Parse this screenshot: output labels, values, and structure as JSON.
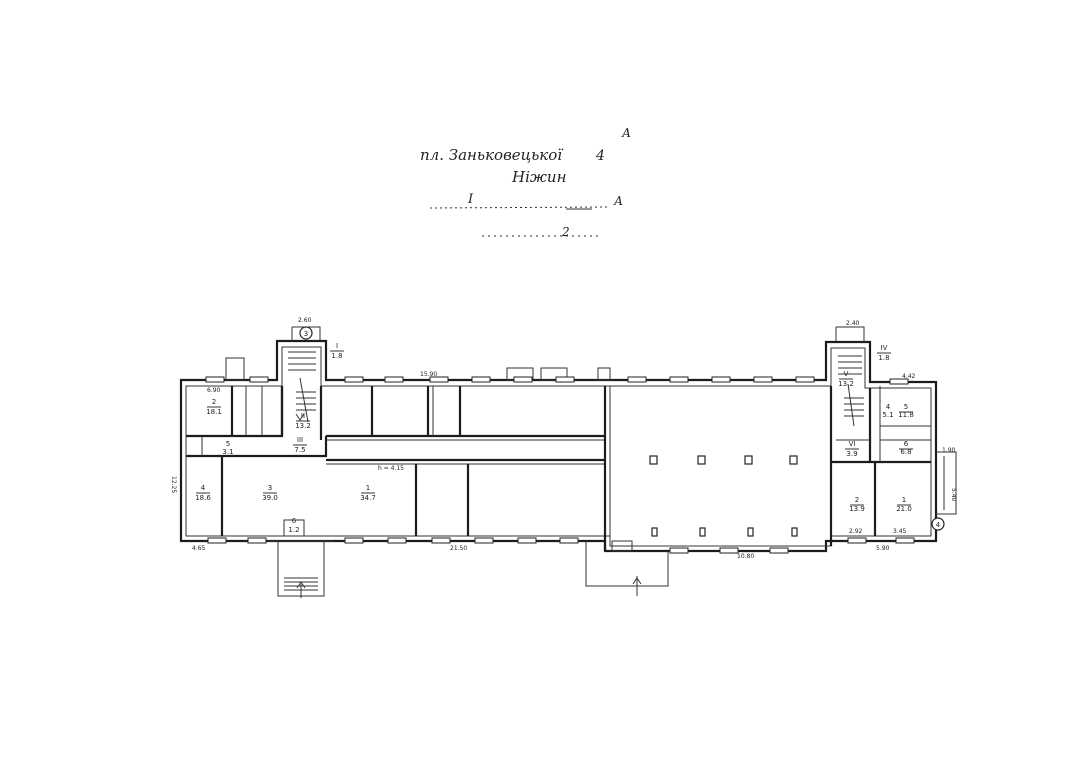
{
  "header": {
    "address": "пл. Заньковецької",
    "number": "4",
    "city": "Ніжин",
    "corner_mark": "А",
    "floor_roman": "I",
    "sheet_no": "2"
  },
  "dimensions": {
    "stair_left_width": "2.60",
    "stair_right_width": "2.40",
    "left_wing_top": "6.90",
    "main_top": "15.90",
    "right_wing_top": "4.42",
    "left_height": "12.25",
    "bottom_left": "4.65",
    "bottom_mid": "21.50",
    "bottom_right": "10.80",
    "bottom_right_wing": "5.90",
    "bottom_r1": "2.92",
    "bottom_r2": "3.45",
    "r_side": "5.40",
    "r_side_top": "1.90",
    "ceiling_height": "h = 4.15"
  },
  "stair_markers": [
    "3",
    "4"
  ],
  "rooms": [
    {
      "id": "I",
      "area": "1.8"
    },
    {
      "id": "II",
      "area": "13.2"
    },
    {
      "id": "III",
      "area": "7.5"
    },
    {
      "id": "IV",
      "area": "1.8"
    },
    {
      "id": "V",
      "area": "13.2"
    },
    {
      "id": "VI",
      "area": "3.9"
    },
    {
      "id": "1",
      "area": "34.7"
    },
    {
      "id": "2",
      "area": "18.1"
    },
    {
      "id": "3",
      "area": "39.0"
    },
    {
      "id": "4",
      "area": "18.6"
    },
    {
      "id": "5",
      "area": "3.1"
    },
    {
      "id": "6",
      "area": "1.2"
    },
    {
      "id": "1",
      "area": "21.0"
    },
    {
      "id": "2",
      "area": "13.9"
    },
    {
      "id": "4",
      "area": "5.1"
    },
    {
      "id": "5",
      "area": "11.8"
    },
    {
      "id": "6",
      "area": "6.8"
    }
  ]
}
